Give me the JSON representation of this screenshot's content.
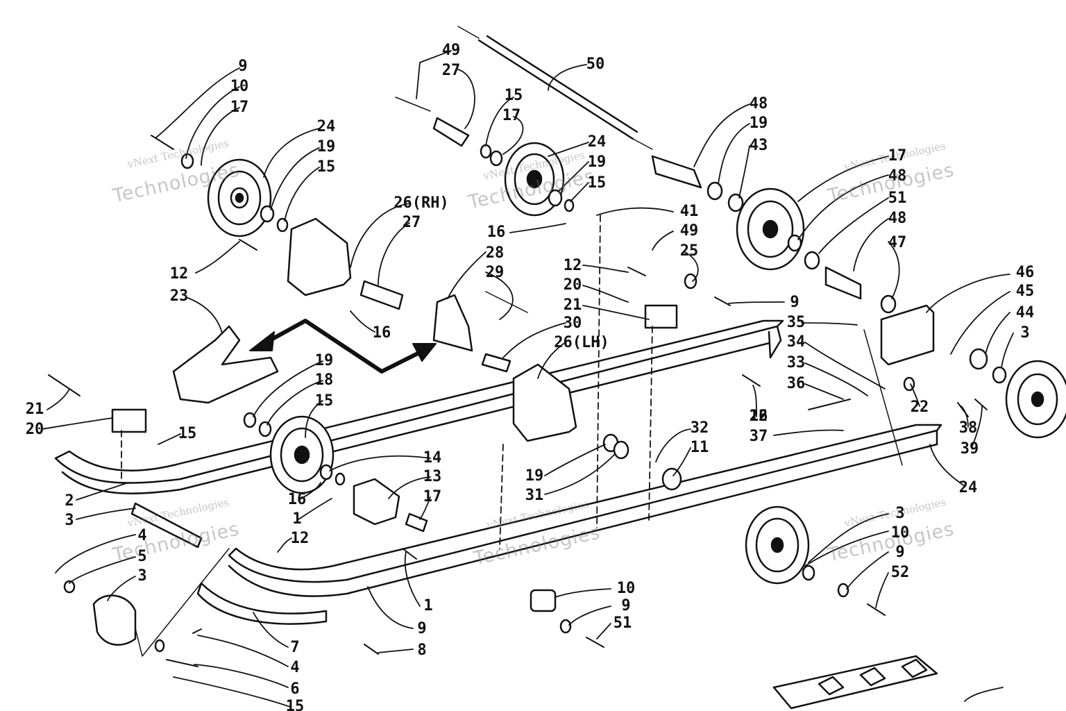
{
  "part_numbers": [
    "1",
    "2",
    "3",
    "4",
    "5",
    "6",
    "7",
    "8",
    "9",
    "10",
    "11",
    "12",
    "13",
    "14",
    "15",
    "16",
    "17",
    "18",
    "19",
    "20",
    "21",
    "22",
    "23",
    "24",
    "25",
    "26 (RH)",
    "26 (LH)",
    "27",
    "28",
    "29",
    "30",
    "31",
    "32",
    "33",
    "34",
    "35",
    "36",
    "37",
    "38",
    "39",
    "41",
    "43",
    "44",
    "45",
    "46",
    "47",
    "48",
    "49",
    "50",
    "51",
    "52"
  ],
  "labels": [
    "9",
    "10",
    "17",
    "24",
    "19",
    "15",
    "26(RH)",
    "27",
    "12",
    "23",
    "16",
    "49",
    "27",
    "15",
    "17",
    "24",
    "19",
    "15",
    "50",
    "41",
    "16",
    "49",
    "25",
    "12",
    "9",
    "20",
    "21",
    "28",
    "29",
    "30",
    "26(LH)",
    "22",
    "21",
    "20",
    "15",
    "19",
    "18",
    "15",
    "14",
    "13",
    "17",
    "16",
    "1",
    "2",
    "3",
    "4",
    "5",
    "3",
    "12",
    "1",
    "9",
    "8",
    "7",
    "4",
    "6",
    "15",
    "19",
    "31",
    "32",
    "11",
    "10",
    "9",
    "51",
    "48",
    "19",
    "43",
    "17",
    "48",
    "51",
    "48",
    "47",
    "46",
    "45",
    "44",
    "3",
    "35",
    "34",
    "33",
    "36",
    "22",
    "16",
    "37",
    "38",
    "39",
    "24",
    "3",
    "10",
    "9",
    "52"
  ],
  "watermark": {
    "line1": "vNext",
    "line2": "Technologies",
    "combined": "vNext Technologies"
  },
  "colors": {
    "ink": "#111111",
    "paper": "#ffffff",
    "watermark": "#8a8a8a"
  }
}
